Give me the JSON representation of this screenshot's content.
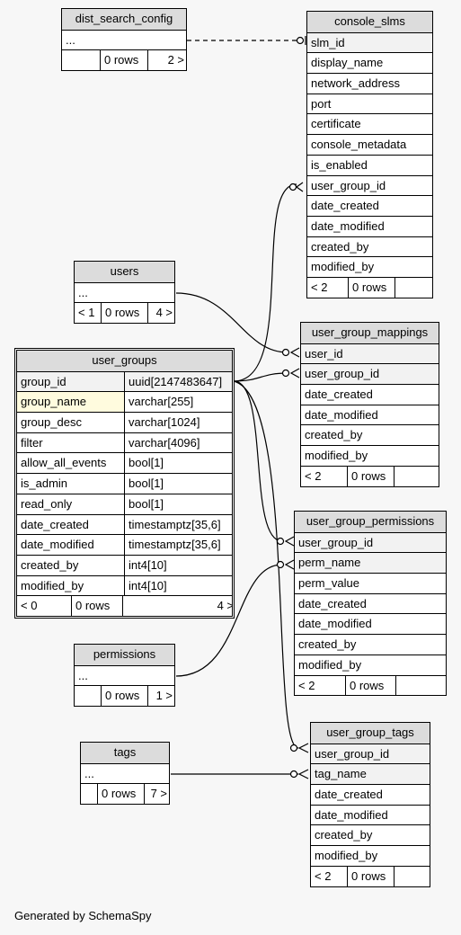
{
  "tables": [
    {
      "name": "dist_search_config",
      "rows": [
        {
          "c1": "..."
        }
      ],
      "footer": [
        "",
        "0 rows",
        "2 >"
      ]
    },
    {
      "name": "console_slms",
      "rows": [
        {
          "c1": "slm_id",
          "key": true
        },
        {
          "c1": "display_name"
        },
        {
          "c1": "network_address"
        },
        {
          "c1": "port"
        },
        {
          "c1": "certificate"
        },
        {
          "c1": "console_metadata"
        },
        {
          "c1": "is_enabled"
        },
        {
          "c1": "user_group_id"
        },
        {
          "c1": "date_created"
        },
        {
          "c1": "date_modified"
        },
        {
          "c1": "created_by"
        },
        {
          "c1": "modified_by"
        }
      ],
      "footer": [
        "< 2",
        "0 rows",
        ""
      ]
    },
    {
      "name": "users",
      "rows": [
        {
          "c1": "..."
        }
      ],
      "footer": [
        "< 1",
        "0 rows",
        "4 >"
      ]
    },
    {
      "name": "user_group_mappings",
      "rows": [
        {
          "c1": "user_id",
          "key": true
        },
        {
          "c1": "user_group_id",
          "key": true
        },
        {
          "c1": "date_created"
        },
        {
          "c1": "date_modified"
        },
        {
          "c1": "created_by"
        },
        {
          "c1": "modified_by"
        }
      ],
      "footer": [
        "< 2",
        "0 rows",
        ""
      ]
    },
    {
      "name": "user_groups",
      "rows": [
        {
          "c1": "group_id",
          "c2": "uuid[2147483647]",
          "key": true
        },
        {
          "c1": "group_name",
          "c2": "varchar[255]",
          "hl": true
        },
        {
          "c1": "group_desc",
          "c2": "varchar[1024]"
        },
        {
          "c1": "filter",
          "c2": "varchar[4096]"
        },
        {
          "c1": "allow_all_events",
          "c2": "bool[1]"
        },
        {
          "c1": "is_admin",
          "c2": "bool[1]"
        },
        {
          "c1": "read_only",
          "c2": "bool[1]"
        },
        {
          "c1": "date_created",
          "c2": "timestamptz[35,6]"
        },
        {
          "c1": "date_modified",
          "c2": "timestamptz[35,6]"
        },
        {
          "c1": "created_by",
          "c2": "int4[10]"
        },
        {
          "c1": "modified_by",
          "c2": "int4[10]"
        }
      ],
      "footer": [
        "< 0",
        "0 rows",
        "4 >"
      ]
    },
    {
      "name": "user_group_permissions",
      "rows": [
        {
          "c1": "user_group_id",
          "key": true
        },
        {
          "c1": "perm_name",
          "key": true
        },
        {
          "c1": "perm_value"
        },
        {
          "c1": "date_created"
        },
        {
          "c1": "date_modified"
        },
        {
          "c1": "created_by"
        },
        {
          "c1": "modified_by"
        }
      ],
      "footer": [
        "< 2",
        "0 rows",
        ""
      ]
    },
    {
      "name": "permissions",
      "rows": [
        {
          "c1": "..."
        }
      ],
      "footer": [
        "",
        "0 rows",
        "1 >"
      ]
    },
    {
      "name": "tags",
      "rows": [
        {
          "c1": "..."
        }
      ],
      "footer": [
        "",
        "0 rows",
        "7 >"
      ]
    },
    {
      "name": "user_group_tags",
      "rows": [
        {
          "c1": "user_group_id",
          "key": true
        },
        {
          "c1": "tag_name",
          "key": true
        },
        {
          "c1": "date_created"
        },
        {
          "c1": "date_modified"
        },
        {
          "c1": "created_by"
        },
        {
          "c1": "modified_by"
        }
      ],
      "footer": [
        "< 2",
        "0 rows",
        ""
      ]
    }
  ],
  "footer_text": "Generated by SchemaSpy"
}
